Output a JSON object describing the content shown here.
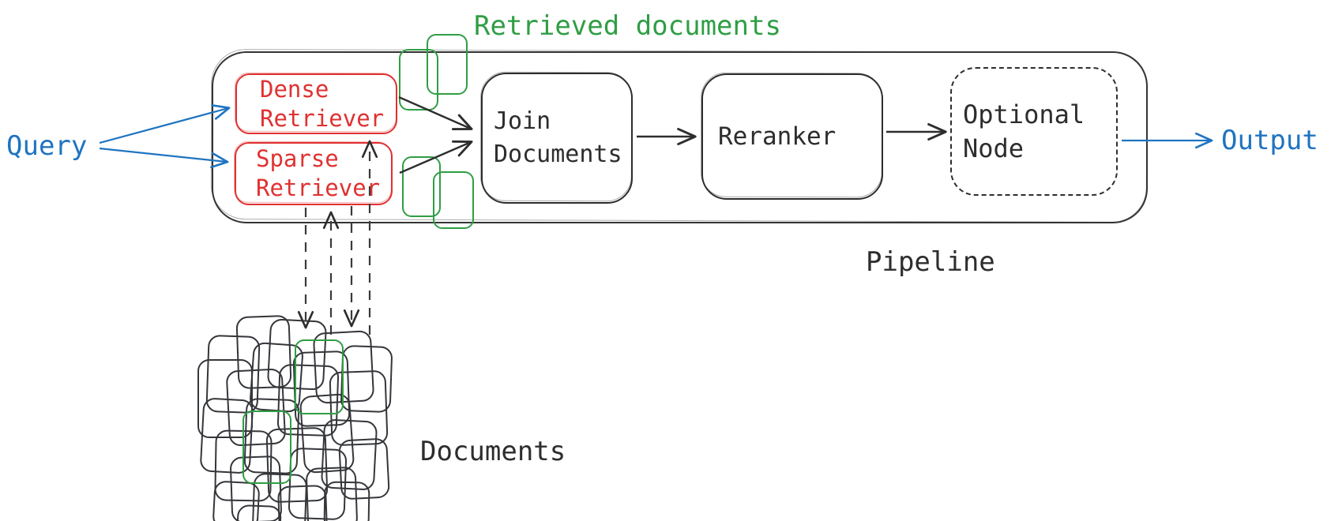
{
  "labels": {
    "query": "Query",
    "output": "Output",
    "retrieved_documents": "Retrieved documents",
    "pipeline": "Pipeline",
    "documents": "Documents"
  },
  "nodes": {
    "dense_retriever": {
      "line1": "Dense",
      "line2": "Retriever"
    },
    "sparse_retriever": {
      "line1": "Sparse",
      "line2": "Retriever"
    },
    "join_documents": {
      "line1": "Join",
      "line2": "Documents"
    },
    "reranker": {
      "label": "Reranker"
    },
    "optional_node": {
      "line1": "Optional",
      "line2": "Node"
    }
  },
  "colors": {
    "accent_blue": "#1f74c0",
    "accent_red": "#e03131",
    "accent_green": "#2f9e44",
    "stroke_dark": "#2d2d2d"
  },
  "retrieved_doc_icons": [
    [
      505,
      62,
      50,
      78,
      0,
      "g"
    ],
    [
      540,
      43,
      52,
      77,
      0,
      "g"
    ],
    [
      509,
      198,
      49,
      77,
      0,
      "g"
    ],
    [
      548,
      217,
      52,
      73,
      0,
      "g"
    ]
  ],
  "documents_cluster": {
    "shapes": [
      [
        300,
        400,
        68,
        92,
        -2,
        "k"
      ],
      [
        340,
        405,
        72,
        88,
        3,
        "k"
      ],
      [
        262,
        425,
        66,
        98,
        2,
        "k"
      ],
      [
        398,
        420,
        74,
        90,
        -3,
        "k"
      ],
      [
        250,
        455,
        70,
        100,
        0,
        "k"
      ],
      [
        318,
        435,
        64,
        86,
        4,
        "k"
      ],
      [
        372,
        445,
        70,
        95,
        -2,
        "k"
      ],
      [
        432,
        438,
        64,
        84,
        2,
        "k"
      ],
      [
        288,
        468,
        72,
        96,
        -3,
        "k"
      ],
      [
        352,
        462,
        76,
        90,
        2,
        "k"
      ],
      [
        255,
        505,
        64,
        94,
        3,
        "k"
      ],
      [
        418,
        470,
        72,
        94,
        -2,
        "k"
      ],
      [
        310,
        505,
        68,
        95,
        2,
        "k"
      ],
      [
        382,
        500,
        64,
        98,
        -4,
        "k"
      ],
      [
        272,
        545,
        72,
        90,
        1,
        "k"
      ],
      [
        338,
        542,
        76,
        94,
        -2,
        "k"
      ],
      [
        408,
        532,
        68,
        88,
        3,
        "k"
      ],
      [
        292,
        578,
        64,
        84,
        -2,
        "k"
      ],
      [
        366,
        568,
        72,
        90,
        2,
        "k"
      ],
      [
        430,
        556,
        62,
        76,
        -3,
        "k"
      ],
      [
        320,
        600,
        68,
        76,
        2,
        "k"
      ],
      [
        388,
        592,
        64,
        80,
        -2,
        "k"
      ],
      [
        270,
        610,
        58,
        60,
        3,
        "k"
      ],
      [
        352,
        615,
        62,
        60,
        -2,
        "k"
      ],
      [
        300,
        640,
        56,
        40,
        2,
        "k"
      ],
      [
        410,
        610,
        58,
        62,
        1,
        "k"
      ],
      [
        373,
        430,
        62,
        95,
        0,
        "g"
      ],
      [
        307,
        520,
        62,
        93,
        0,
        "g"
      ]
    ]
  }
}
